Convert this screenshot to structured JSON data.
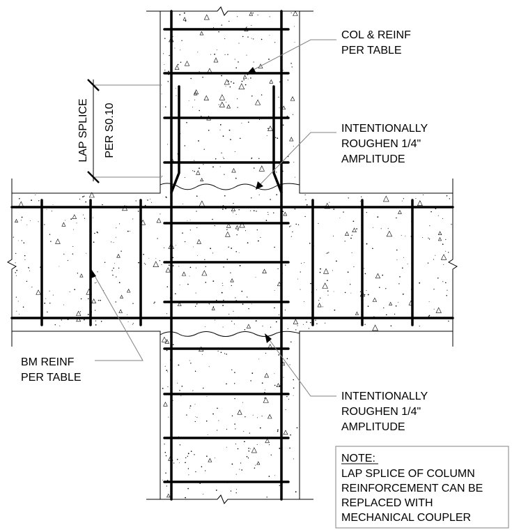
{
  "callouts": {
    "col_reinf": [
      "COL & REINF",
      "PER TABLE"
    ],
    "roughen_top": [
      "INTENTIONALLY",
      "ROUGHEN 1/4\"",
      "AMPLITUDE"
    ],
    "roughen_bottom": [
      "INTENTIONALLY",
      "ROUGHEN 1/4\"",
      "AMPLITUDE"
    ],
    "bm_reinf": [
      "BM REINF",
      "PER TABLE"
    ],
    "lap_splice": [
      "LAP SPLICE",
      "PER S0.10"
    ]
  },
  "note": {
    "heading": "NOTE:",
    "lines": [
      "LAP SPLICE OF COLUMN",
      "REINFORCEMENT CAN BE",
      "REPLACED WITH",
      "MECHANICAL COUPLER"
    ]
  },
  "colors": {
    "line": "#000000",
    "leader": "#808080",
    "background": "#ffffff"
  }
}
